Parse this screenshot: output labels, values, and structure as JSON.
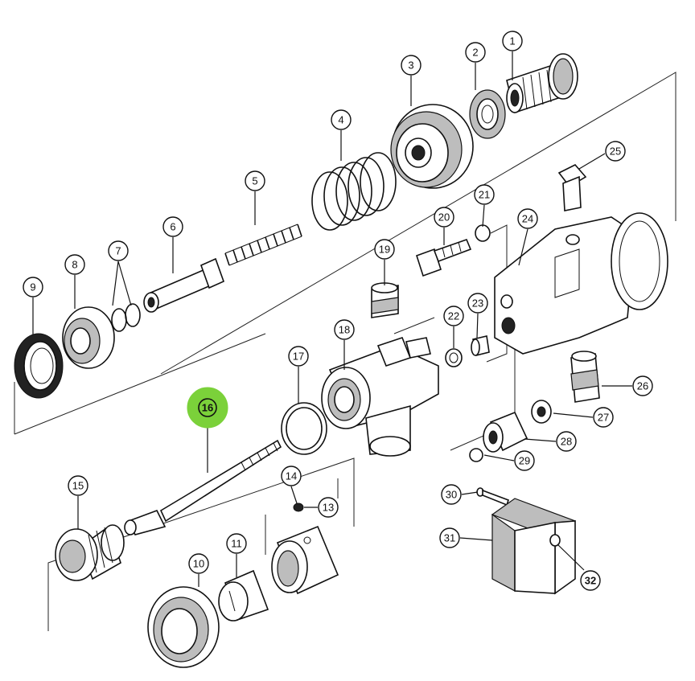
{
  "callouts": [
    {
      "label": "1"
    },
    {
      "label": "2"
    },
    {
      "label": "3"
    },
    {
      "label": "4"
    },
    {
      "label": "5"
    },
    {
      "label": "6"
    },
    {
      "label": "7"
    },
    {
      "label": "8"
    },
    {
      "label": "9"
    },
    {
      "label": "10"
    },
    {
      "label": "11"
    },
    {
      "label": "13"
    },
    {
      "label": "14"
    },
    {
      "label": "15"
    },
    {
      "label": "16",
      "highlighted": true
    },
    {
      "label": "17"
    },
    {
      "label": "18"
    },
    {
      "label": "19"
    },
    {
      "label": "20"
    },
    {
      "label": "21"
    },
    {
      "label": "22"
    },
    {
      "label": "23"
    },
    {
      "label": "24"
    },
    {
      "label": "25"
    },
    {
      "label": "26"
    },
    {
      "label": "27"
    },
    {
      "label": "28"
    },
    {
      "label": "29"
    },
    {
      "label": "30"
    },
    {
      "label": "31"
    },
    {
      "label": "32",
      "bold": true
    }
  ],
  "colors": {
    "highlight": "#7bd13a",
    "ink": "#111111"
  }
}
